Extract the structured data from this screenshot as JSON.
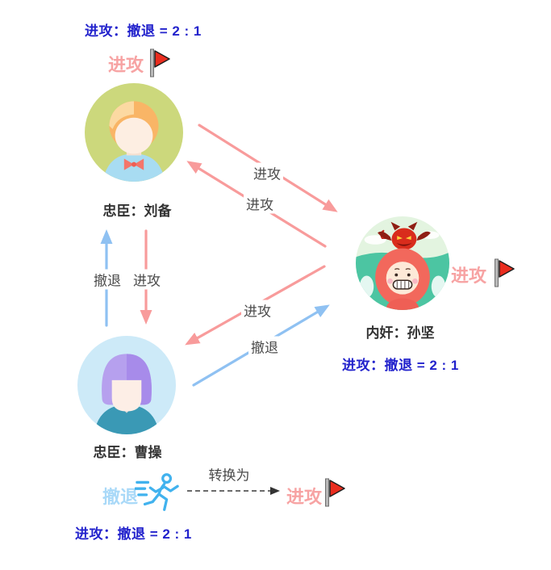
{
  "colors": {
    "attack_pink": "#f89b9b",
    "attack_text_pink": "#f7a3a3",
    "retreat_blue": "#8fc1f2",
    "retreat_text_blue": "#a9d9f8",
    "ratio_text_blue": "#2222cc",
    "edge_label_gray": "#4a4a4a",
    "flag_red": "#ea2d1f",
    "runner_blue": "#41b2ee"
  },
  "top": {
    "ratio_text": "进攻：撤退 = 2 : 1",
    "attack_label": "进攻"
  },
  "nodes": {
    "liubei": {
      "name": "忠臣：刘备"
    },
    "caocao": {
      "name": "忠臣：曹操"
    },
    "sunjian": {
      "name": "内奸：孙坚",
      "ratio_text": "进攻：撤退 = 2 : 1",
      "attack_label": "进攻"
    }
  },
  "edges": {
    "liubei_to_sunjian": {
      "label": "进攻"
    },
    "sunjian_to_liubei": {
      "label": "进攻"
    },
    "sunjian_to_caocao": {
      "label": "进攻"
    },
    "caocao_to_sunjian": {
      "label": "撤退"
    },
    "caocao_to_liubei": {
      "label": "撤退"
    },
    "liubei_to_caocao": {
      "label": "进攻"
    }
  },
  "legend": {
    "retreat_label": "撤退",
    "converts_label": "转换为",
    "attack_label": "进攻",
    "ratio_text": "进攻：撤退 = 2 : 1"
  }
}
